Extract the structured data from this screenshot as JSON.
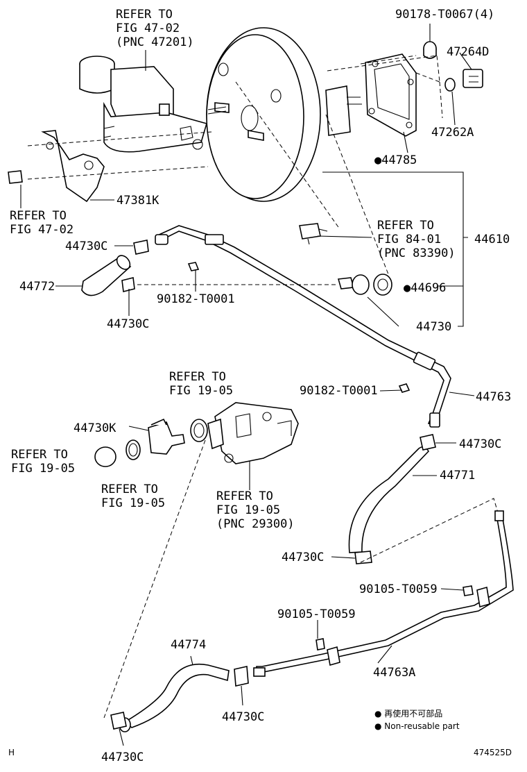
{
  "labels": {
    "ref_master_cyl": [
      "REFER TO",
      "FIG 47-02",
      "(PNC 47201)"
    ],
    "ref_bracket": [
      "REFER TO",
      "FIG 47-02"
    ],
    "ref_vacuum_sw": [
      "REFER TO",
      "FIG 84-01",
      "(PNC 83390)"
    ],
    "ref_pump_top": [
      "REFER TO",
      "FIG 19-05"
    ],
    "ref_pump_left": [
      "REFER TO",
      "FIG 19-05"
    ],
    "ref_pump_gasket": [
      "REFER TO",
      "FIG 19-05"
    ],
    "ref_pump_body": [
      "REFER TO",
      "FIG 19-05",
      "(PNC 29300)"
    ],
    "p_90178": "90178-T0067(4)",
    "p_47264D": "47264D",
    "p_47262A": "47262A",
    "p_44785": "●44785",
    "p_47381K": "47381K",
    "p_44610": "44610",
    "p_44730C_a": "44730C",
    "p_44772": "44772",
    "p_90182_a": "90182-T0001",
    "p_44696": "●44696",
    "p_44730C_b": "44730C",
    "p_44730": "44730",
    "p_90182_b": "90182-T0001",
    "p_44763": "44763",
    "p_44730K": "44730K",
    "p_44730C_c": "44730C",
    "p_44771": "44771",
    "p_44730C_d": "44730C",
    "p_90105_a": "90105-T0059",
    "p_90105_b": "90105-T0059",
    "p_44774": "44774",
    "p_44763A": "44763A",
    "p_44730C_e": "44730C",
    "p_44730C_f": "44730C"
  },
  "legend": {
    "jp": "● 再使用不可部品",
    "en": "● Non-reusable part"
  },
  "footer": {
    "left": "H",
    "right": "474525D"
  }
}
